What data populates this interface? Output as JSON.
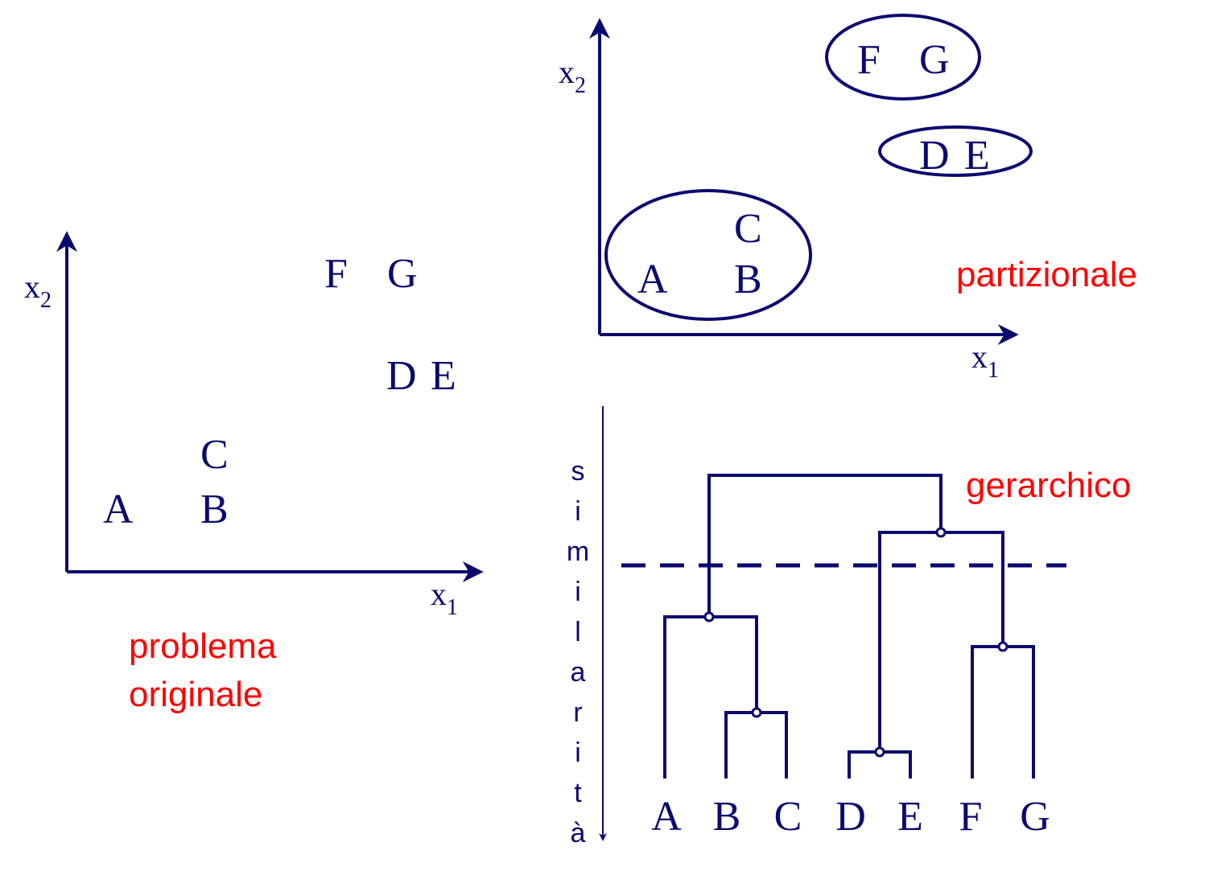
{
  "panel_original": {
    "axis_y": {
      "base": "x",
      "sub": "2"
    },
    "axis_x": {
      "base": "x",
      "sub": "1"
    },
    "points": [
      "A",
      "B",
      "C",
      "D",
      "E",
      "F",
      "G"
    ],
    "caption_line1": "problema",
    "caption_line2": "originale"
  },
  "panel_partitional": {
    "axis_y": {
      "base": "x",
      "sub": "2"
    },
    "axis_x": {
      "base": "x",
      "sub": "1"
    },
    "points": [
      "A",
      "B",
      "C",
      "D",
      "E",
      "F",
      "G"
    ],
    "caption": "partizionale"
  },
  "panel_hierarchical": {
    "caption": "gerarchico",
    "axis_letters": [
      "s",
      "i",
      "m",
      "i",
      "l",
      "a",
      "r",
      "i",
      "t",
      "à"
    ],
    "leaves": [
      "A",
      "B",
      "C",
      "D",
      "E",
      "F",
      "G"
    ]
  },
  "colors": {
    "ink": "#0a0a6e",
    "caption": "#ff0000",
    "background": "#ffffff"
  }
}
